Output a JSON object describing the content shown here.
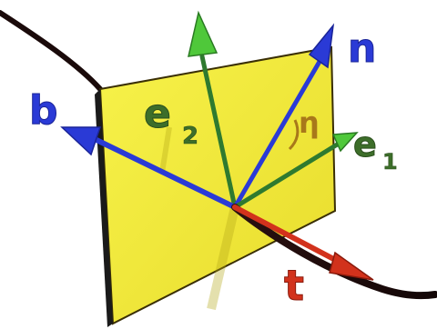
{
  "labels": {
    "b": "b",
    "n": "n",
    "t": "t",
    "e2_base": "e",
    "e2_sub": "2",
    "e1_base": "e",
    "e1_sub": "1",
    "eta": "η"
  },
  "colors": {
    "background": "#ffffff",
    "plane": "#f2ea38",
    "plane_shadow": "#c9bf1f",
    "curve": "#1a0a0a",
    "b": "#2a3ad6",
    "n": "#2a3ad6",
    "t": "#d2321c",
    "e_vectors": "#2f7a2f",
    "e_heads": "#4fc83a",
    "e_labels": "#3d6e2a",
    "eta": "#a8781a"
  },
  "icons": {
    "b_head": "cone-arrowhead",
    "n_head": "cone-arrowhead",
    "t_head": "cone-arrowhead",
    "e1_head": "cone-arrowhead",
    "e2_head": "cone-arrowhead"
  }
}
